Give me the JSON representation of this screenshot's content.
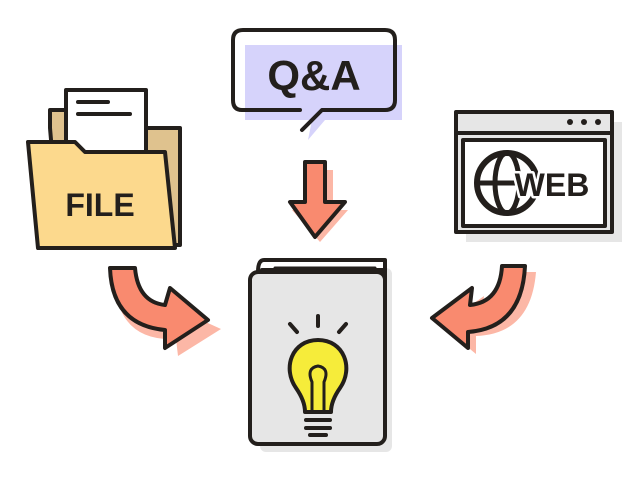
{
  "labels": {
    "file": "FILE",
    "qa": "Q&A",
    "web": "WEB"
  },
  "colors": {
    "outline": "#231f1c",
    "arrow": "#f98a6f",
    "arrow_shadow": "#fcb7a6",
    "bubble": "#d6d3fb",
    "folder": "#fcd98d",
    "folder_back": "#dfc28e",
    "book": "#e6e6e6",
    "bulb": "#f6ec3a"
  }
}
